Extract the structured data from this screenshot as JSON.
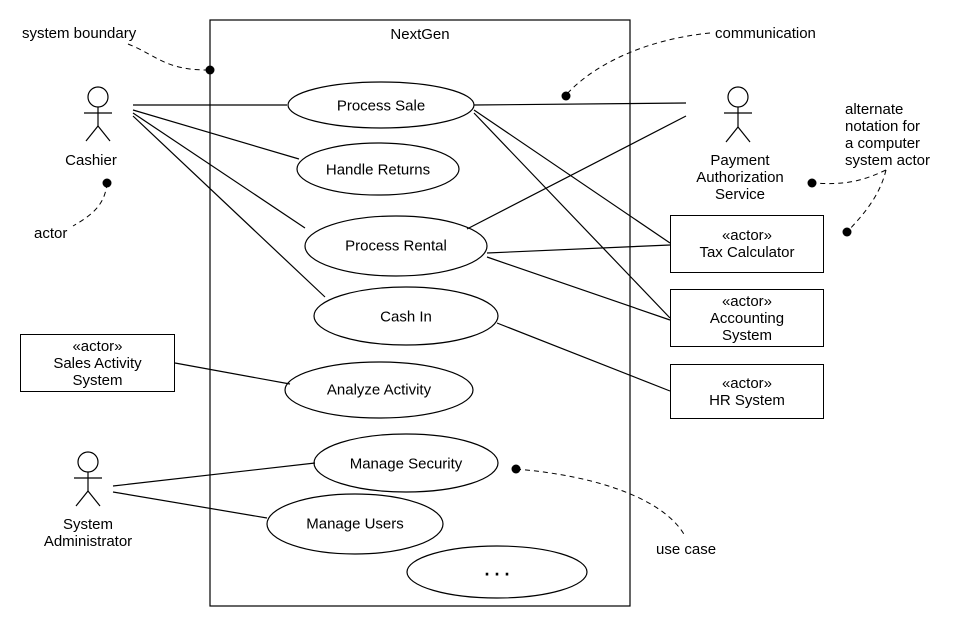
{
  "system": {
    "title": "NextGen"
  },
  "actors": {
    "cashier": "Cashier",
    "payment": [
      "Payment",
      "Authorization",
      "Service"
    ],
    "sysadmin": [
      "System",
      "Administrator"
    ]
  },
  "system_actors": {
    "stereotype": "«actor»",
    "tax": [
      "Tax Calculator"
    ],
    "accounting": [
      "Accounting",
      "System"
    ],
    "hr": [
      "HR System"
    ],
    "sales": [
      "Sales Activity",
      "System"
    ]
  },
  "use_cases": {
    "process_sale": "Process Sale",
    "handle_returns": "Handle Returns",
    "process_rental": "Process Rental",
    "cash_in": "Cash In",
    "analyze_activity": "Analyze Activity",
    "manage_security": "Manage Security",
    "manage_users": "Manage Users",
    "more": ". . ."
  },
  "annotations": {
    "system_boundary": "system boundary",
    "communication": "communication",
    "actor": "actor",
    "alternate": [
      "alternate",
      "notation for",
      "a computer",
      "system actor"
    ],
    "use_case": "use case"
  }
}
